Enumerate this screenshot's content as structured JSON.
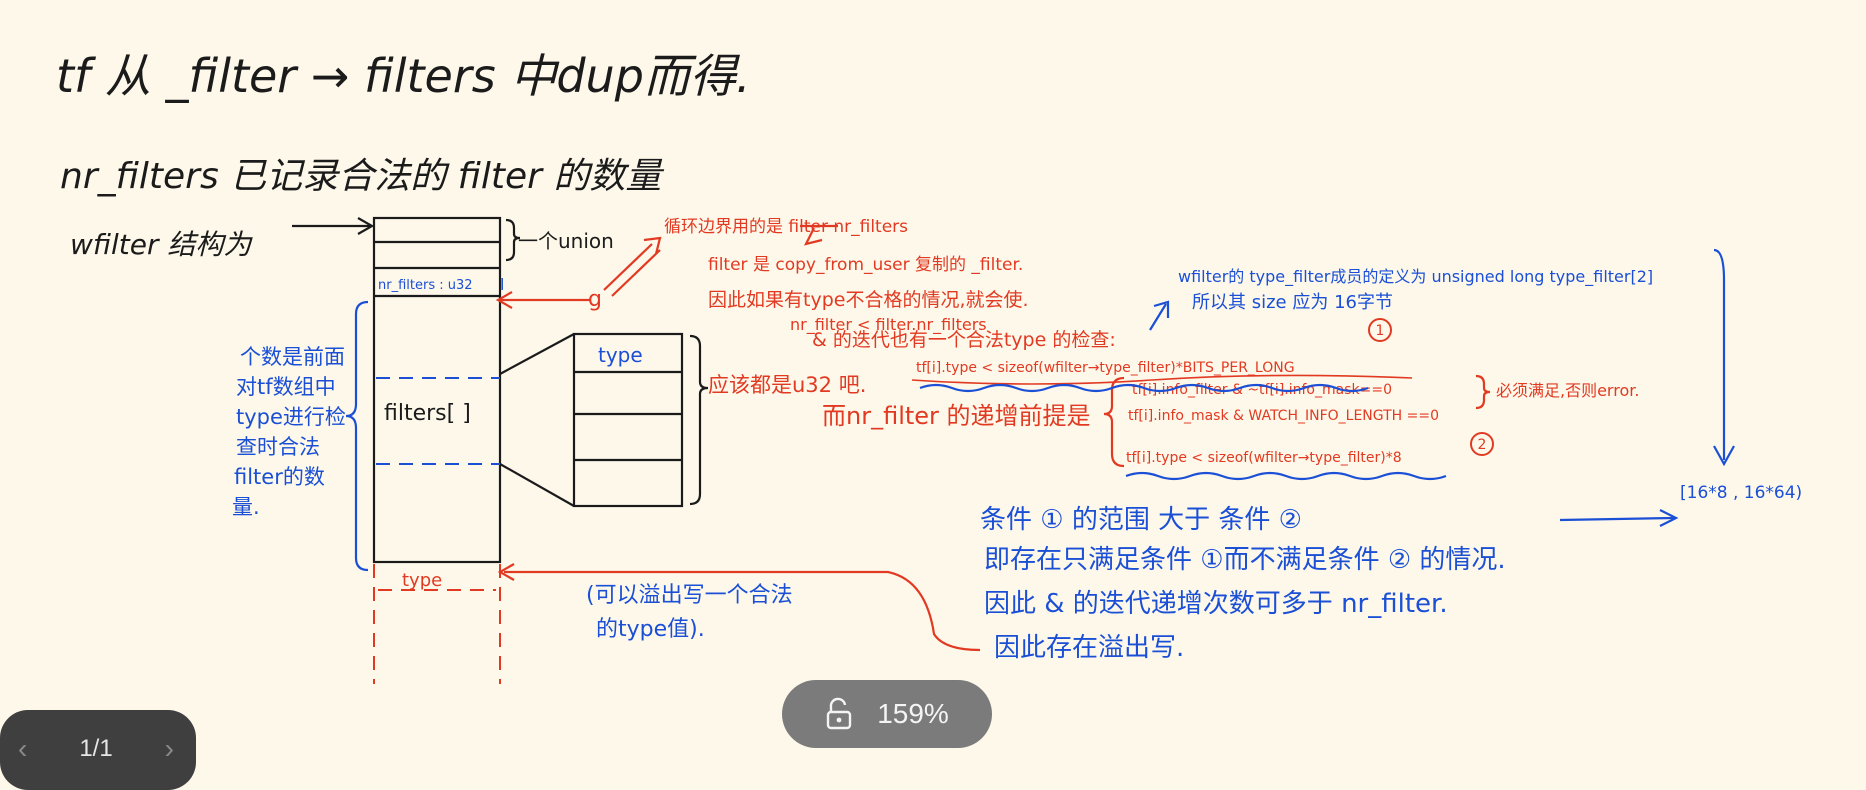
{
  "note": {
    "line1": "tf 从 _filter → filters 中dup而得.",
    "line2": "nr_filters 已记录合法的 filter 的数量",
    "wfilter_label": "wfilter 结构为",
    "union_label": "一个union",
    "nr_filters_field": "nr_filters : u32",
    "filters_label": "filters[ ]",
    "type_top": "type",
    "type_bottom": "type",
    "u32_note": "应该都是u32 吧.",
    "count_note": [
      "个数是前面",
      "对tf数组中",
      "type进行检",
      "查时合法",
      "filter的数",
      "量."
    ],
    "overflow_note": [
      "(可以溢出写一个合法",
      "的type值)."
    ],
    "loop_bound": "循环边界用的是 filter nr_filters",
    "red_line1": "filter 是 copy_from_user 复制的 _filter.",
    "red_line2": "因此如果有type不合格的情况,就会使.",
    "red_line3": "nr_filter < filter.nr_filters",
    "red_line4": "& 的迭代也有一个合法type 的检查:",
    "check1": "tf[i].type < sizeof(wfilter→type_filter)*BITS_PER_LONG",
    "premise": "而nr_filter 的递增前提是",
    "cond_a": "tf[i].info_filter & ~tf[i].info_mask==0",
    "cond_b": "tf[i].info_mask & WATCH_INFO_LENGTH ==0",
    "cond_must": "必须满足,否则error.",
    "check2": "tf[i].type < sizeof(wfilter→type_filter)*8",
    "blue_def1": "wfilter的 type_filter成员的定义为 unsigned long type_filter[2]",
    "blue_def2": "所以其 size 应为 16字节",
    "range": "[16*8 , 16*64)",
    "concl1": "条件 ① 的范围 大于 条件 ②",
    "concl2": "即存在只满足条件 ①而不满足条件 ② 的情况.",
    "concl3": "因此 & 的迭代递增次数可多于 nr_filter.",
    "concl4": "因此存在溢出写.",
    "circle1": "1",
    "circle2": "2",
    "letter_l": "l",
    "letter_g": "g"
  },
  "viewer": {
    "page": "1/1",
    "zoom": "159%",
    "prev_icon": "chevron-left-icon",
    "next_icon": "chevron-right-icon",
    "lock_icon": "unlock-icon"
  },
  "colors": {
    "background": "#fdf8ea",
    "ink_black": "#1b1b1b",
    "ink_red": "#e23a22",
    "ink_blue": "#1a4fd6"
  }
}
